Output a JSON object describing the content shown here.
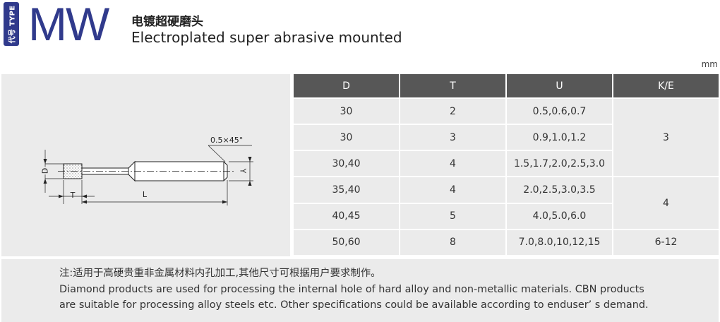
{
  "header": {
    "badge": "代号 TYPE",
    "code": "MW",
    "title_cn": "电镀超硬磨头",
    "title_en": "Electroplated super abrasive mounted",
    "unit": "mm"
  },
  "diagram": {
    "chamfer_label": "0.5×45°",
    "label_D": "D",
    "label_T": "T",
    "label_L": "L",
    "label_Y": "Y"
  },
  "table": {
    "headers": [
      "D",
      "T",
      "U",
      "K/E"
    ],
    "rows": [
      {
        "D": "30",
        "T": "2",
        "U": "0.5,0.6,0.7"
      },
      {
        "D": "30",
        "T": "3",
        "U": "0.9,1.0,1.2"
      },
      {
        "D": "30,40",
        "T": "4",
        "U": "1.5,1.7,2.0,2.5,3.0"
      },
      {
        "D": "35,40",
        "T": "4",
        "U": "2.0,2.5,3.0,3.5"
      },
      {
        "D": "40,45",
        "T": "5",
        "U": "4.0,5.0,6.0"
      },
      {
        "D": "50,60",
        "T": "8",
        "U": "7.0,8.0,10,12,15"
      }
    ],
    "ke_groups": [
      {
        "value": "3",
        "rowspan": 3
      },
      {
        "value": "4",
        "rowspan": 2
      },
      {
        "value": "6-12",
        "rowspan": 1
      }
    ]
  },
  "note": {
    "cn": "注:适用于高硬贵重非金属材料内孔加工,其他尺寸可根据用户要求制作。",
    "en1": "Diamond products are used for processing the internal hole of hard alloy and non-metallic materials. CBN products",
    "en2": "are suitable for processing alloy steels etc. Other specifications could be available according to enduser’ s demand."
  }
}
